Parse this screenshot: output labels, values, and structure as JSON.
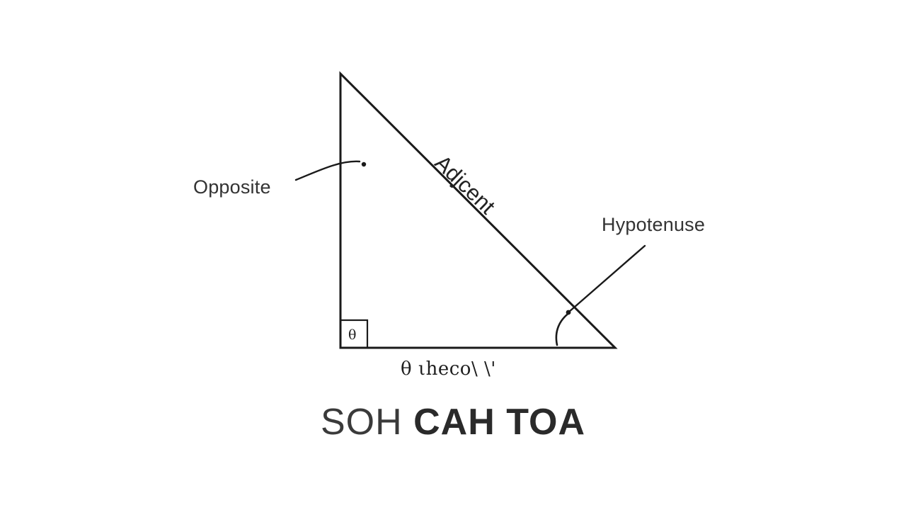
{
  "labels": {
    "opposite": "Opposite",
    "hypotenuse": "Hypotenuse",
    "adjacent": "Adjcent",
    "theta_corner": "θ",
    "bottom": "θ ιheco\\ \\'"
  },
  "title": {
    "part1": "SOH",
    "part2": "CAH TOA"
  }
}
